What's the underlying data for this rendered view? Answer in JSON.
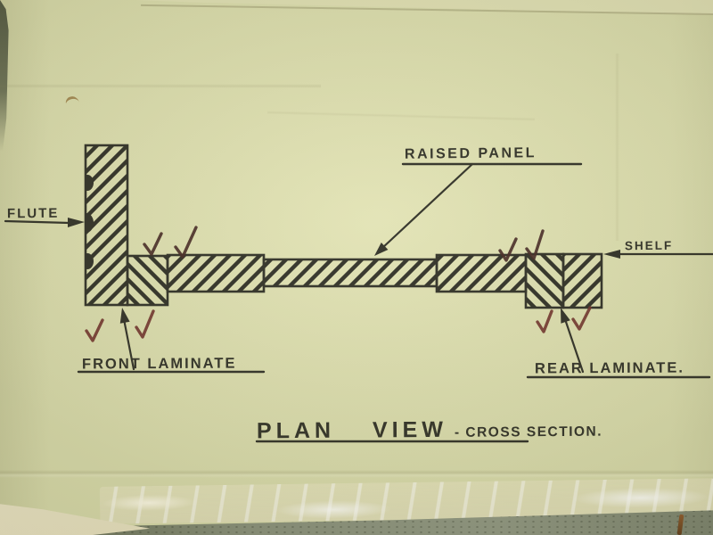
{
  "diagram": {
    "title": {
      "main": "PLAN VIEW",
      "sub": "- CROSS SECTION."
    },
    "labels": {
      "flute": "FLUTE",
      "raised_panel": "RAISED PANEL",
      "shelf": "SHELF",
      "front_laminate": "FRONT LAMINATE",
      "rear_laminate": "REAR LAMINATE."
    },
    "checkmarks": {
      "count": 8,
      "glyph": "✓"
    },
    "colors": {
      "paper": "#d5d7a6",
      "paper_top": "#deddb2",
      "ink": "#2c2c22",
      "check_dark": "#42251f",
      "check_red": "#6e2f27",
      "table": "#868d77",
      "table_dark": "#5d6349",
      "corner_paper": "#eae3c3",
      "tape_shine": "#faf6e2"
    }
  }
}
